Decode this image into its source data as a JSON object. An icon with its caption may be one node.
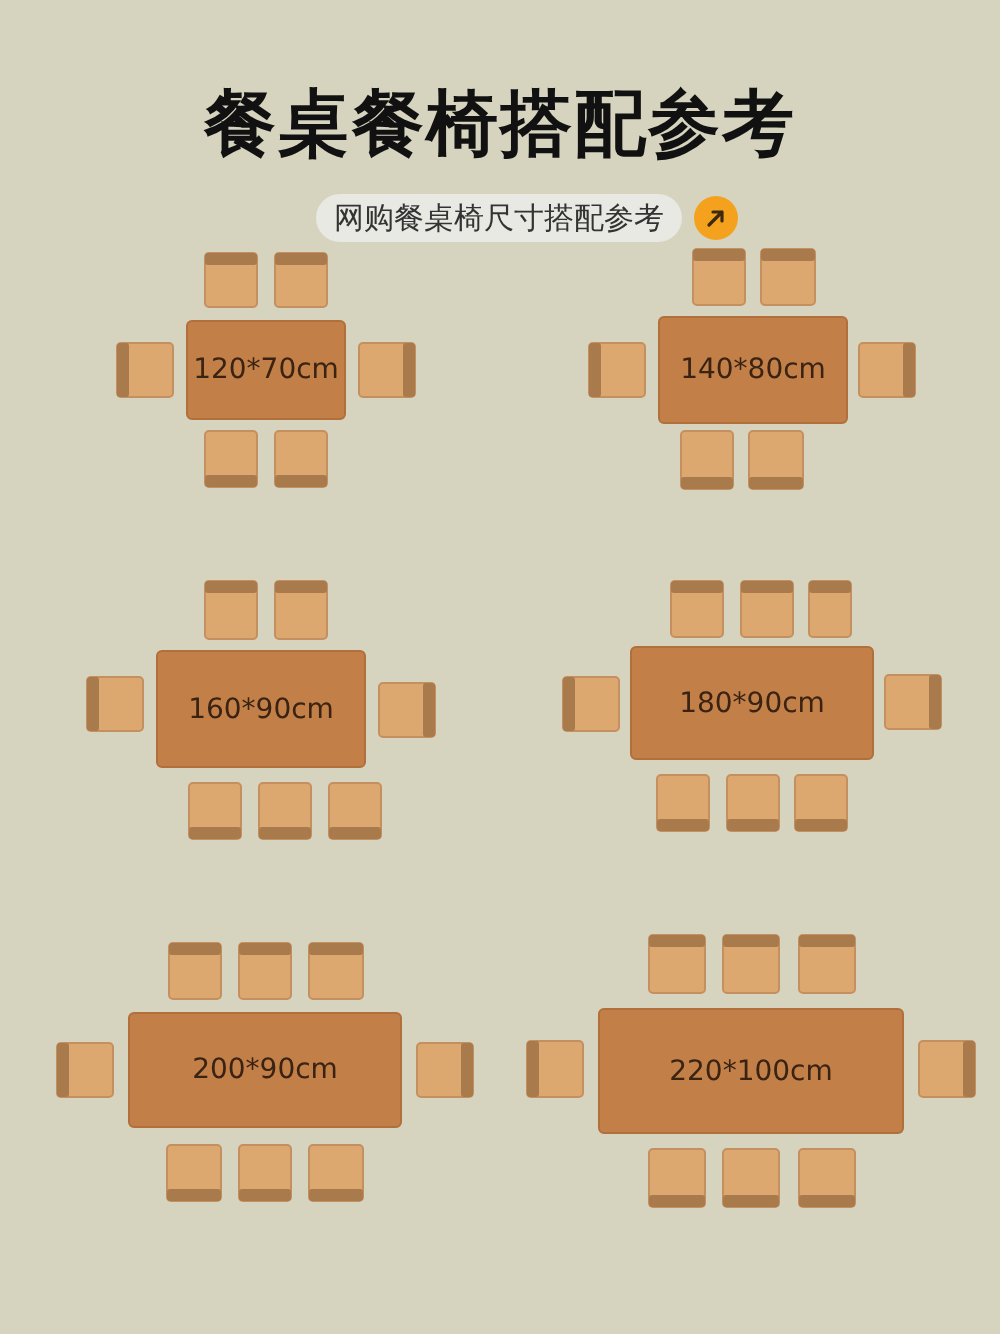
{
  "diagram": {
    "title": "餐桌餐椅搭配参考",
    "nodes": [
      {
        "text": [
          "网购餐桌椅尺寸搭配参考"
        ]
      },
      {
        "text": [
          "120*70cm"
        ]
      },
      {
        "text": [
          "140*80cm"
        ]
      },
      {
        "text": [
          "160*90cm"
        ]
      },
      {
        "text": [
          "180*90cm"
        ]
      },
      {
        "text": [
          "200*90cm"
        ]
      },
      {
        "text": [
          "220*100cm"
        ]
      }
    ]
  }
}
